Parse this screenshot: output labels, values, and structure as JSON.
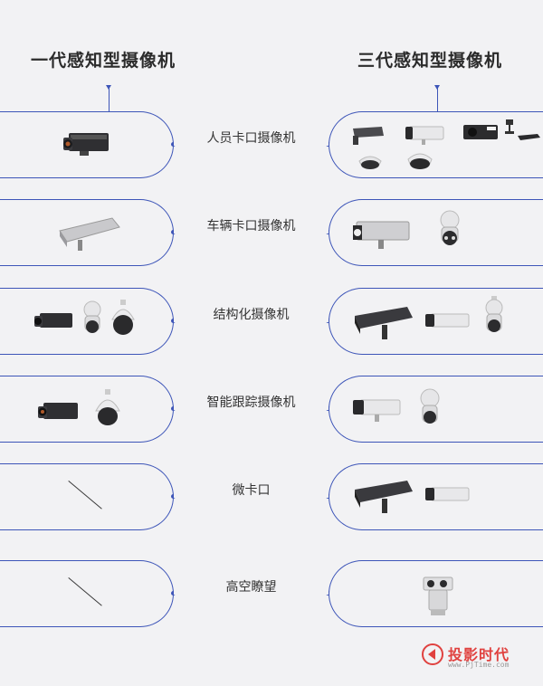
{
  "headers": {
    "left": "一代感知型摄像机",
    "right": "三代感知型摄像机"
  },
  "rows": [
    {
      "label": "人员卡口摄像机"
    },
    {
      "label": "车辆卡口摄像机"
    },
    {
      "label": "结构化摄像机"
    },
    {
      "label": "智能跟踪摄像机"
    },
    {
      "label": "微卡口"
    },
    {
      "label": "高空瞭望"
    }
  ],
  "watermark": {
    "main": "投影时代",
    "sub": "www.PjTime.com"
  },
  "colors": {
    "accent": "#3d55b8",
    "background": "#f2f2f4",
    "watermark": "#e0413f"
  }
}
